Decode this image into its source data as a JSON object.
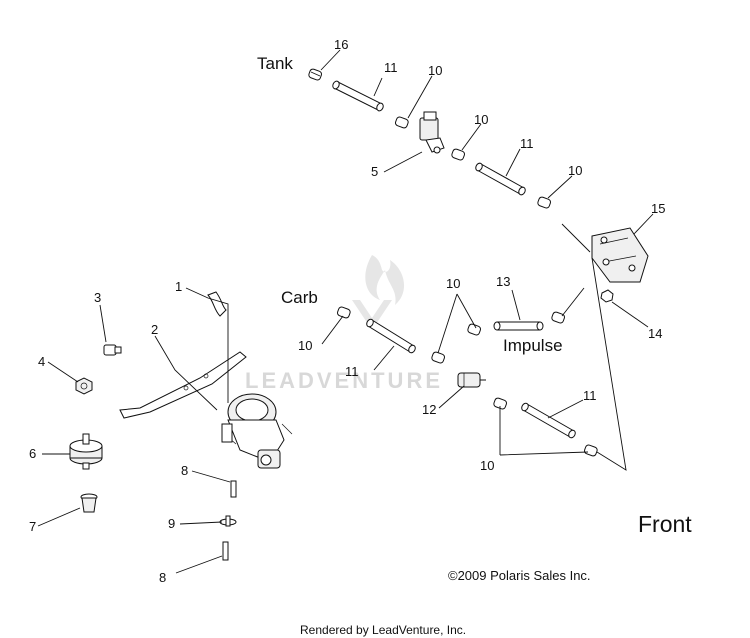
{
  "callouts": {
    "c16": "16",
    "c11a": "11",
    "c10a": "10",
    "c10b": "10",
    "c11b": "11",
    "c10c": "10",
    "c5": "5",
    "c15": "15",
    "c1": "1",
    "c3": "3",
    "c2": "2",
    "c4": "4",
    "c6": "6",
    "c7": "7",
    "c8a": "8",
    "c9": "9",
    "c8b": "8",
    "c10d": "10",
    "c11c": "11",
    "c10e": "10",
    "c13": "13",
    "c14": "14",
    "c12": "12",
    "c11d": "11",
    "c10f": "10"
  },
  "labels": {
    "tank": "Tank",
    "carb": "Carb",
    "impulse": "Impulse",
    "front": "Front"
  },
  "copyright": "©2009 Polaris Sales Inc.",
  "footer": "Rendered by LeadVenture, Inc.",
  "watermark": "LEADVENTURE"
}
